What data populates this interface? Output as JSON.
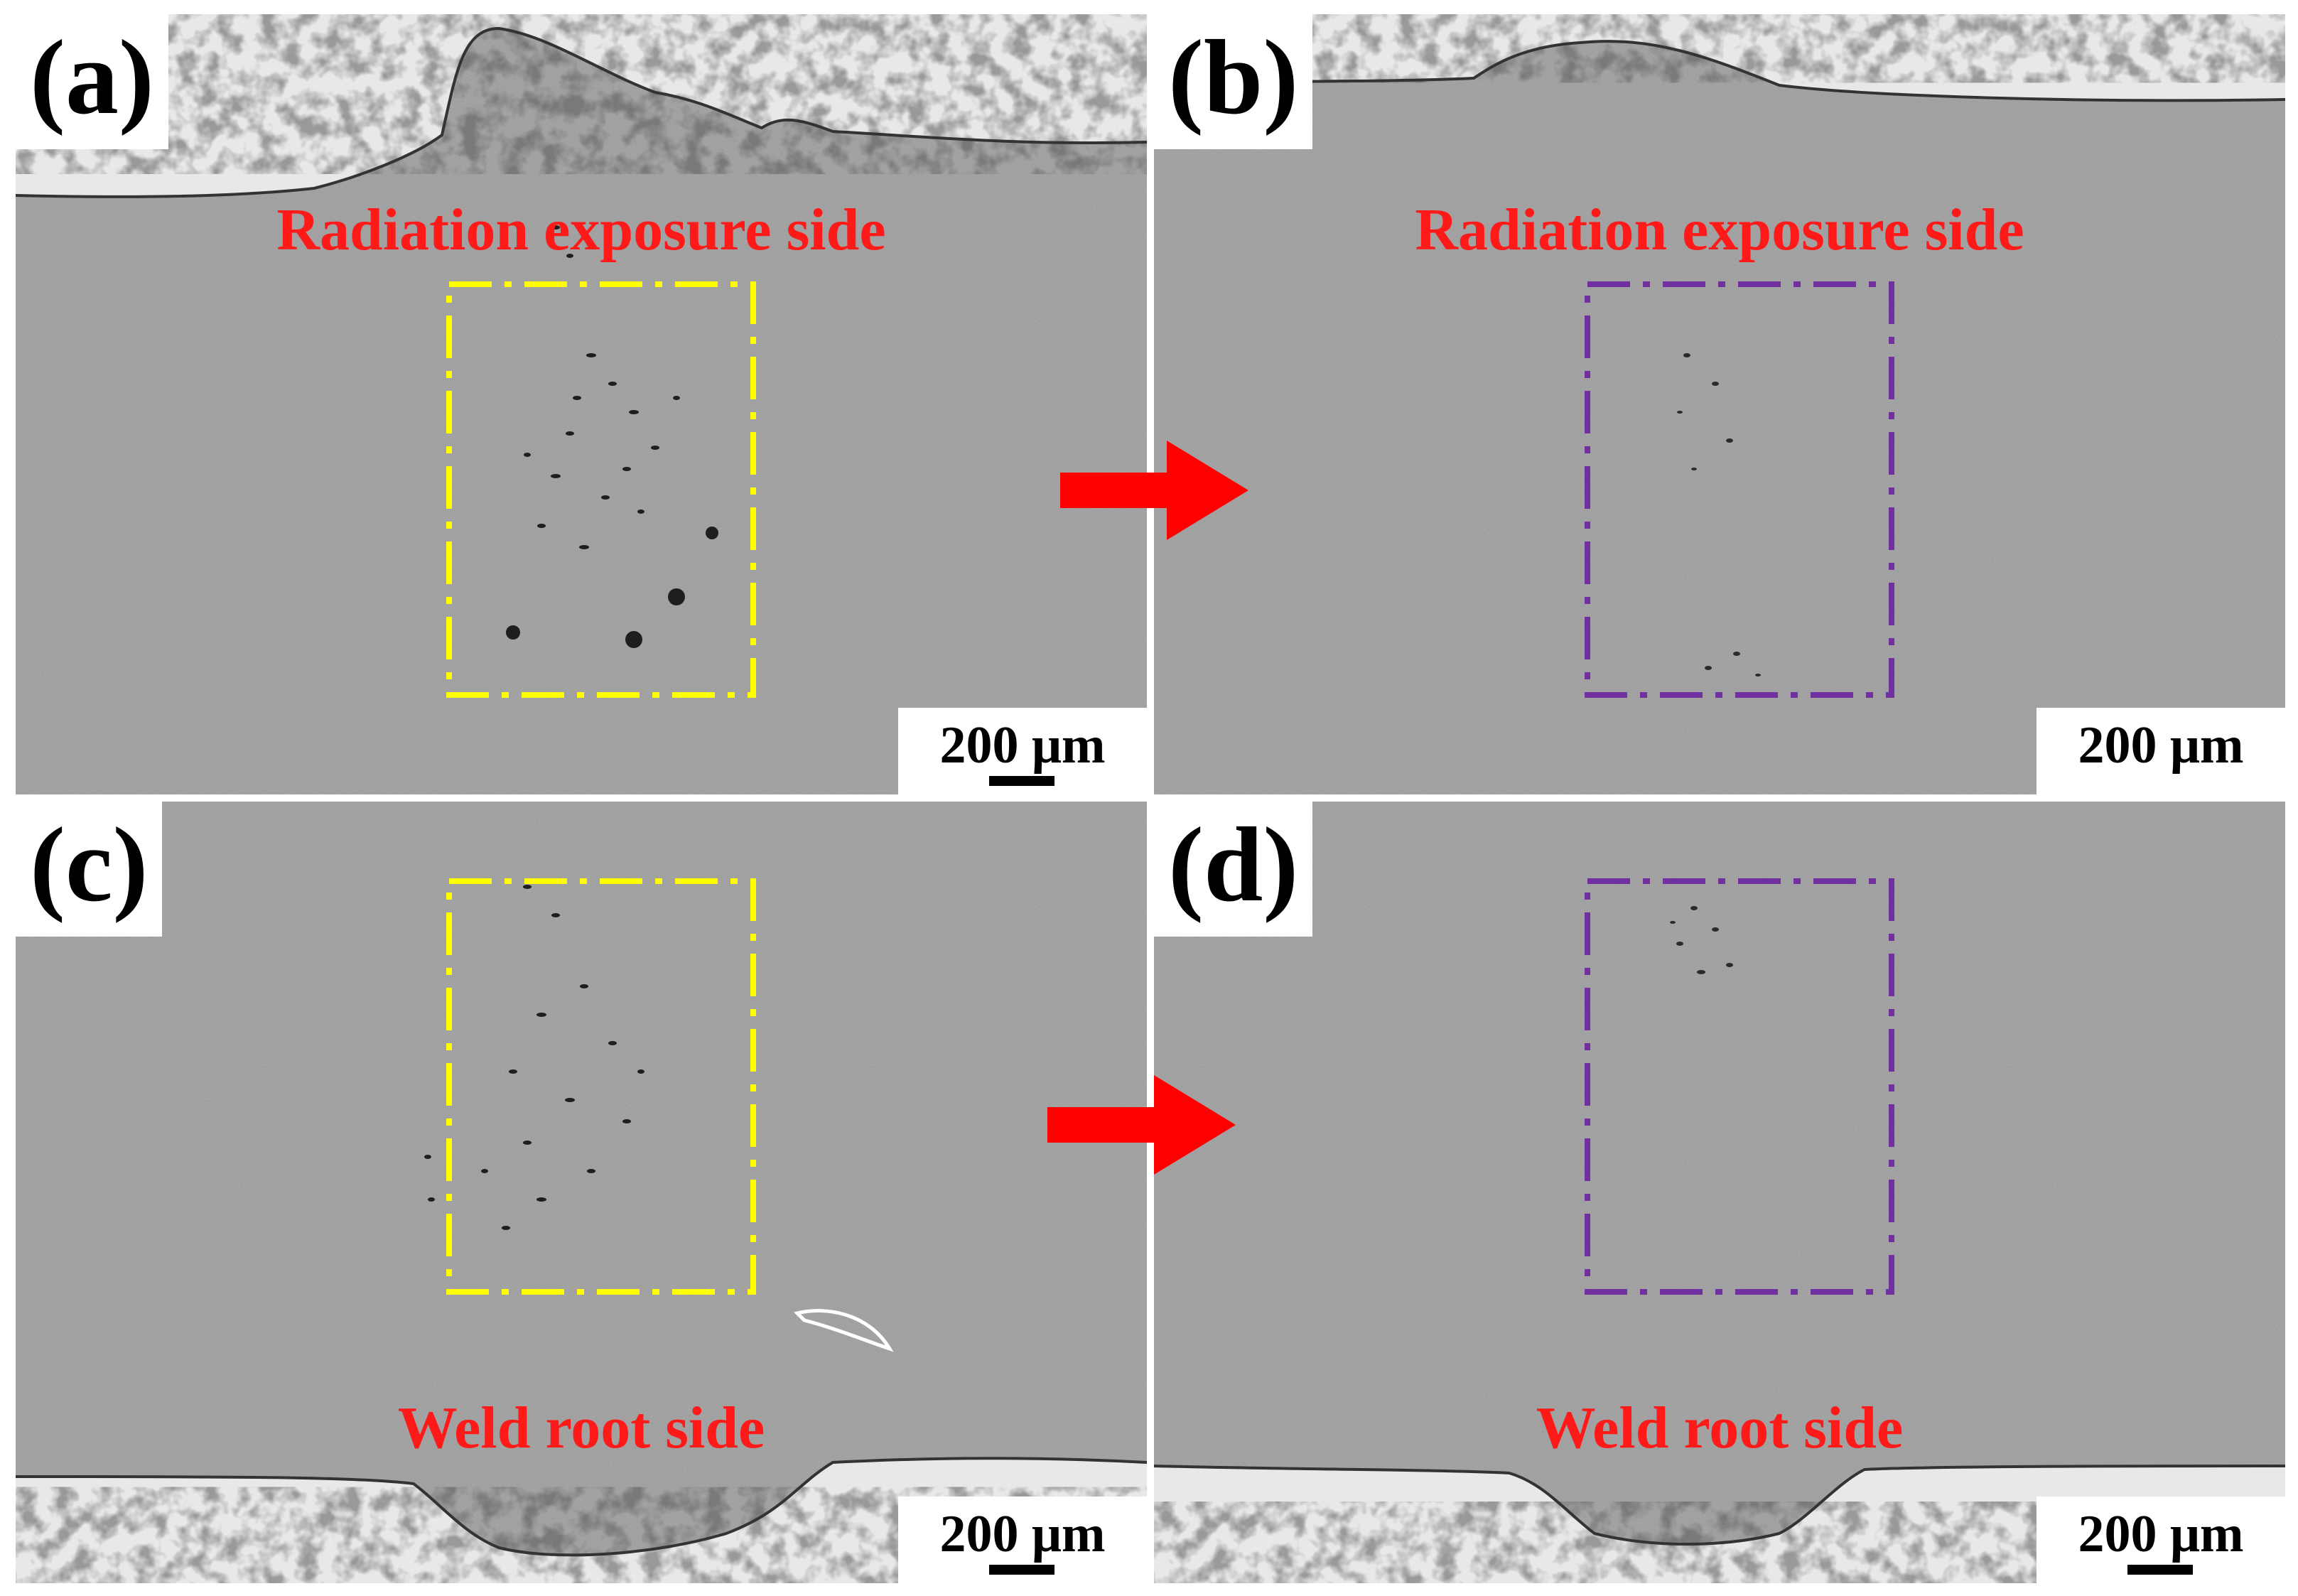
{
  "figure": {
    "panels": [
      {
        "id": "a",
        "label": "(a)",
        "caption": "Radiation exposure side",
        "scale": "200 μm",
        "box_color": "#ffff00"
      },
      {
        "id": "b",
        "label": "(b)",
        "caption": "Radiation exposure side",
        "scale": "200 μm",
        "box_color": "#7030a0"
      },
      {
        "id": "c",
        "label": "(c)",
        "caption": "Weld root side",
        "scale": "200 μm",
        "box_color": "#ffff00"
      },
      {
        "id": "d",
        "label": "(d)",
        "caption": "Weld root side",
        "scale": "200 μm",
        "box_color": "#7030a0"
      }
    ],
    "arrow_color": "#ff0000",
    "matrix_color": "#9a9a9a"
  }
}
